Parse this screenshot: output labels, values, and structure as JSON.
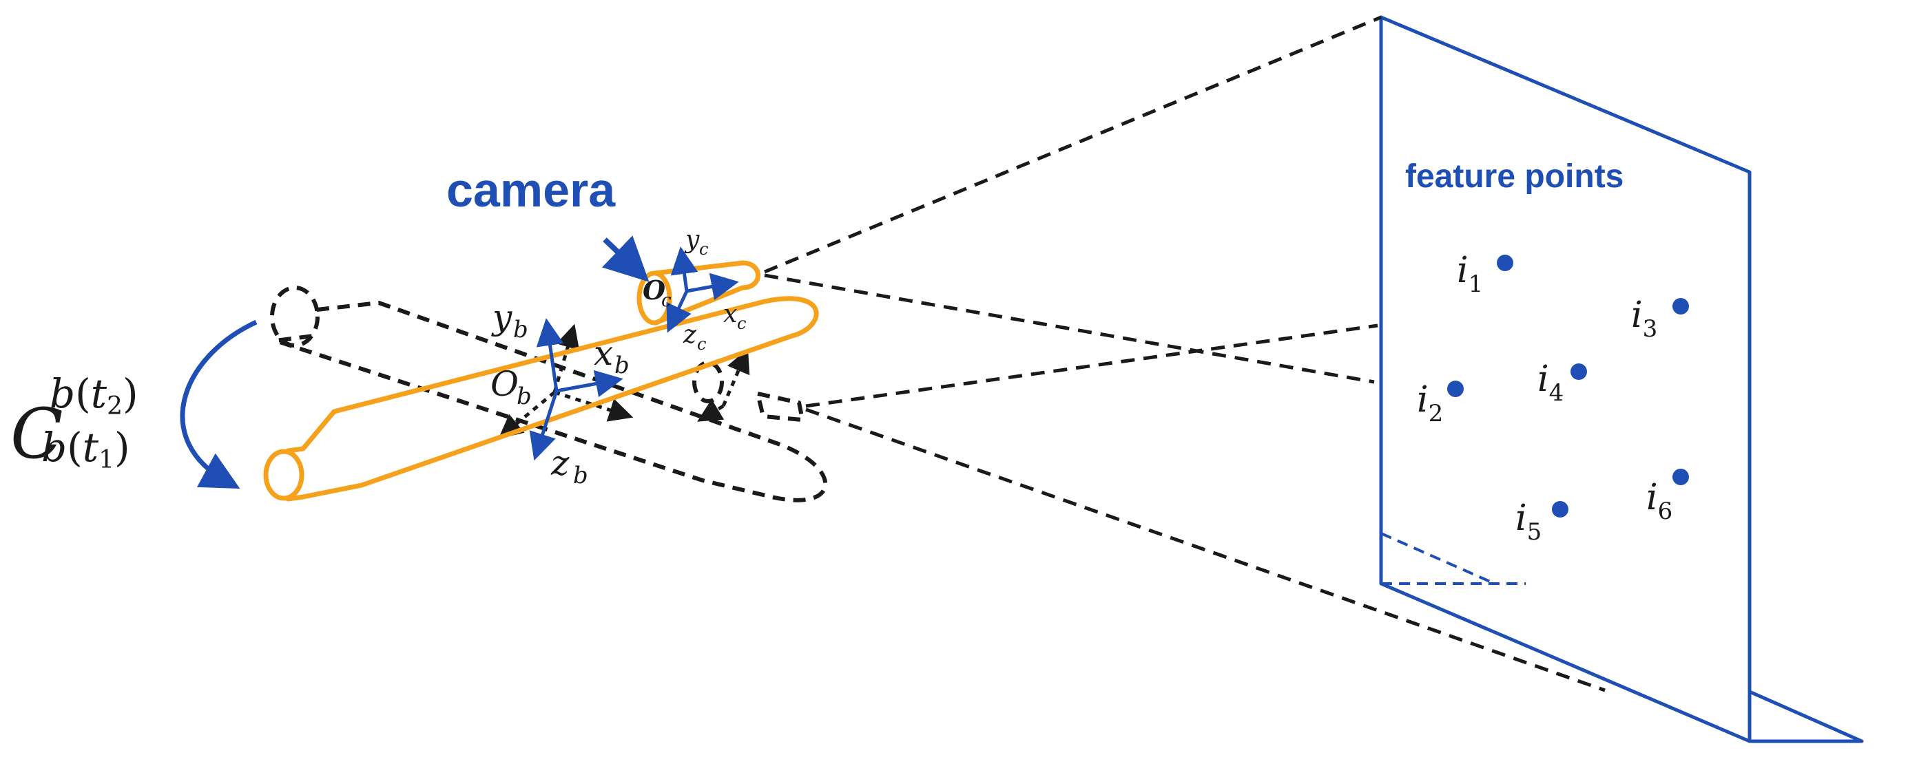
{
  "labels": {
    "camera": "camera",
    "feature_points": "feature points",
    "oc": "O",
    "oc_sub": "c",
    "yc": "y",
    "yc_sub": "c",
    "xc": "x",
    "xc_sub": "c",
    "zc": "z",
    "zc_sub": "c",
    "yb": "y",
    "yb_sub": "b",
    "xb": "x",
    "xb_sub": "b",
    "ob": "O",
    "ob_sub": "b",
    "zb": "z",
    "zb_sub": "b",
    "transform_main": "C",
    "transform_sup_b": "b",
    "transform_sup_paren_open": "(",
    "transform_sup_t": "t",
    "transform_sup_t_sub": "2",
    "transform_sup_paren_close": ")",
    "transform_sub_b": "b",
    "transform_sub_paren_open": "(",
    "transform_sub_t": "t",
    "transform_sub_t_sub": "1",
    "transform_sub_paren_close": ")"
  },
  "feature_points": [
    {
      "letter": "i",
      "index": "1"
    },
    {
      "letter": "i",
      "index": "2"
    },
    {
      "letter": "i",
      "index": "3"
    },
    {
      "letter": "i",
      "index": "4"
    },
    {
      "letter": "i",
      "index": "5"
    },
    {
      "letter": "i",
      "index": "6"
    }
  ],
  "colors": {
    "vehicle": "#F5A11C",
    "accent_blue": "#1F4FB5",
    "ghost": "#1a1a1a"
  }
}
